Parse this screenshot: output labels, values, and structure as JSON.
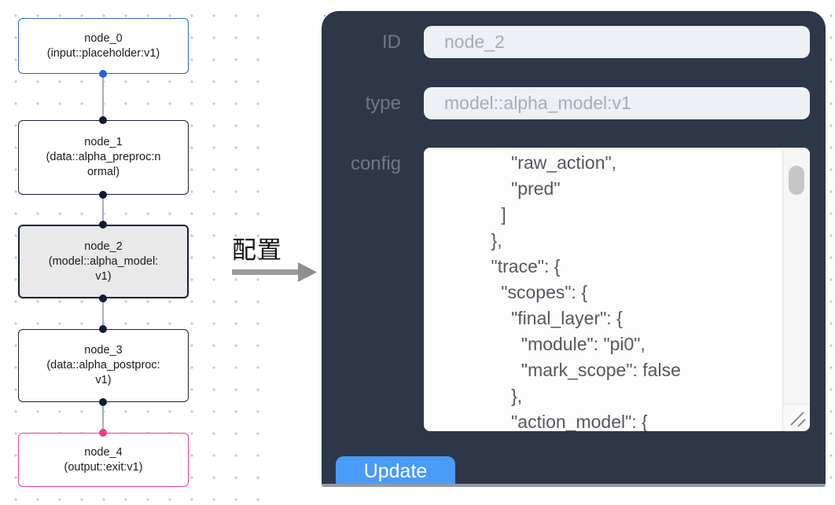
{
  "graph": {
    "nodes": [
      {
        "title": "node_0",
        "subtitle": "(input::placeholder:v1)",
        "variant": "input"
      },
      {
        "title": "node_1",
        "subtitle": "(data::alpha_preproc:normal)",
        "variant": "data"
      },
      {
        "title": "node_2",
        "subtitle": "(model::alpha_model:v1)",
        "variant": "model-selected"
      },
      {
        "title": "node_3",
        "subtitle": "(data::alpha_postproc:v1)",
        "variant": "data"
      },
      {
        "title": "node_4",
        "subtitle": "(output::exit:v1)",
        "variant": "output"
      }
    ]
  },
  "connector": {
    "label": "配置"
  },
  "panel": {
    "fields": {
      "id": {
        "label": "ID",
        "value": "node_2"
      },
      "type": {
        "label": "type",
        "value": "model::alpha_model:v1"
      },
      "config": {
        "label": "config"
      }
    },
    "config_text": "        \"raw_action\",\n        \"pred\"\n      ]\n    },\n    \"trace\": {\n      \"scopes\": {\n        \"final_layer\": {\n          \"module\": \"pi0\",\n          \"mark_scope\": false\n        },\n        \"action_model\": {",
    "update_label": "Update"
  },
  "colors": {
    "panel_bg": "#2d3748",
    "input_bg": "#edf0f5",
    "input_text": "#a7acb5",
    "button_blue": "#4a9cf8",
    "node_input_border": "#2c66cc",
    "node_output_border": "#ec3e8d",
    "node_default_border": "#16203a",
    "selected_node_bg": "#e9e9ea",
    "port_blue": "#2563d4",
    "port_pink": "#f23a8b",
    "grid_dot": "#c4c9d0",
    "arrow_gray": "#9b9b9b"
  }
}
